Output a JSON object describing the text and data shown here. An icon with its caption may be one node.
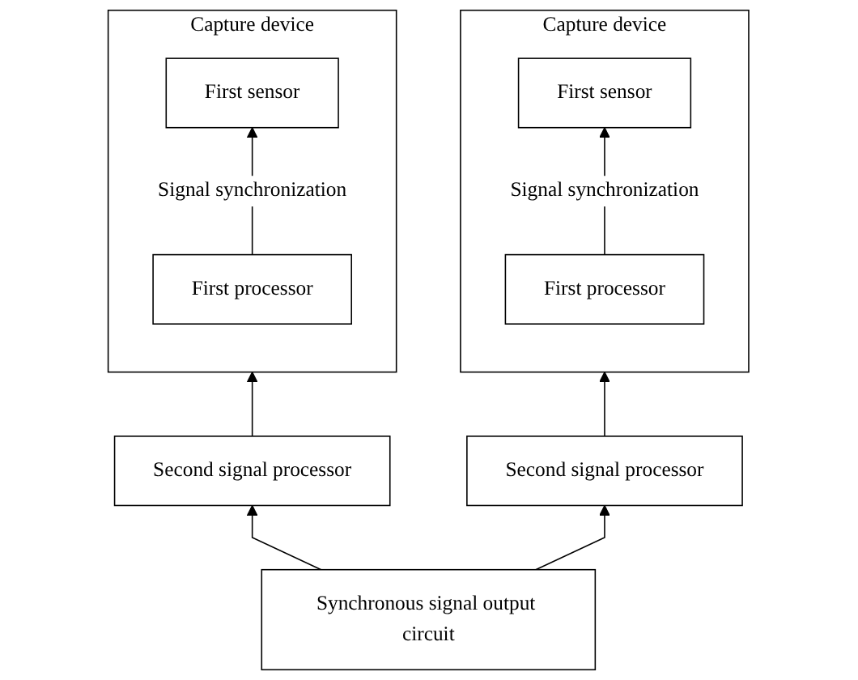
{
  "diagram": {
    "nodes": [
      {
        "text": [
          "Capture device"
        ]
      },
      {
        "text": [
          "First sensor"
        ],
        "in": 0
      },
      {
        "text": [
          "First processor"
        ],
        "in": 0
      },
      {
        "text": [
          "Capture device"
        ]
      },
      {
        "text": [
          "First sensor"
        ],
        "in": 3
      },
      {
        "text": [
          "First processor"
        ],
        "in": 3
      },
      {
        "text": [
          "Second signal processor"
        ]
      },
      {
        "text": [
          "Second signal processor"
        ]
      },
      {
        "text": [
          "Synchronous signal output circuit"
        ]
      }
    ],
    "edges": [
      {
        "from": 2,
        "to": 1,
        "arrow": "to",
        "label": "Signal synchronization"
      },
      {
        "from": 5,
        "to": 4,
        "arrow": "to",
        "label": "Signal synchronization"
      },
      {
        "from": 6,
        "to": 0,
        "arrow": "to"
      },
      {
        "from": 7,
        "to": 3,
        "arrow": "to"
      },
      {
        "from": 8,
        "to": 6,
        "arrow": "to"
      },
      {
        "from": 8,
        "to": 7,
        "arrow": "to"
      }
    ]
  }
}
